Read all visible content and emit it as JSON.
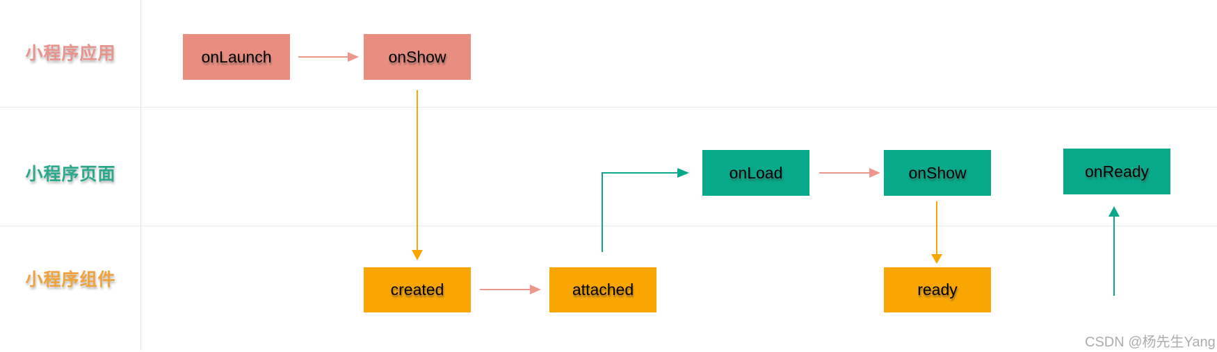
{
  "lanes": [
    {
      "label": "小程序应用",
      "label_color": "#e8938b",
      "box_color": "#e98d80",
      "boxes": [
        {
          "label": "onLaunch"
        },
        {
          "label": "onShow"
        }
      ]
    },
    {
      "label": "小程序页面",
      "label_color": "#2ba98c",
      "box_color": "#07a98a",
      "boxes": [
        {
          "label": "onLoad"
        },
        {
          "label": "onShow"
        },
        {
          "label": "onReady"
        }
      ]
    },
    {
      "label": "小程序组件",
      "label_color": "#f0a23c",
      "box_color": "#f9a602",
      "boxes": [
        {
          "label": "created"
        },
        {
          "label": "attached"
        },
        {
          "label": "ready"
        }
      ]
    }
  ],
  "arrows": [
    {
      "from": "app.onLaunch",
      "to": "app.onShow",
      "color": "#f0968a"
    },
    {
      "from": "app.onShow",
      "to": "component.created",
      "color": "#f9a602"
    },
    {
      "from": "component.created",
      "to": "component.attached",
      "color": "#f0968a"
    },
    {
      "from": "component.attached",
      "to": "page.onLoad",
      "color": "#0aa78b"
    },
    {
      "from": "page.onLoad",
      "to": "page.onShow",
      "color": "#f0968a"
    },
    {
      "from": "page.onShow",
      "to": "component.ready",
      "color": "#f9a602"
    },
    {
      "from": "component.ready",
      "to": "page.onReady",
      "color": "#0aa78b"
    }
  ],
  "watermark": "CSDN @杨先生Yang",
  "colors": {
    "background": "#ffffff",
    "grid_line": "#e6e6e6",
    "pink_box": "#e98d80",
    "teal_box": "#07a98a",
    "orange_box": "#f9a602",
    "pink_arrow": "#f0968a",
    "teal_arrow": "#0aa78b",
    "orange_arrow": "#f9a602",
    "watermark_text": "#adadad"
  }
}
